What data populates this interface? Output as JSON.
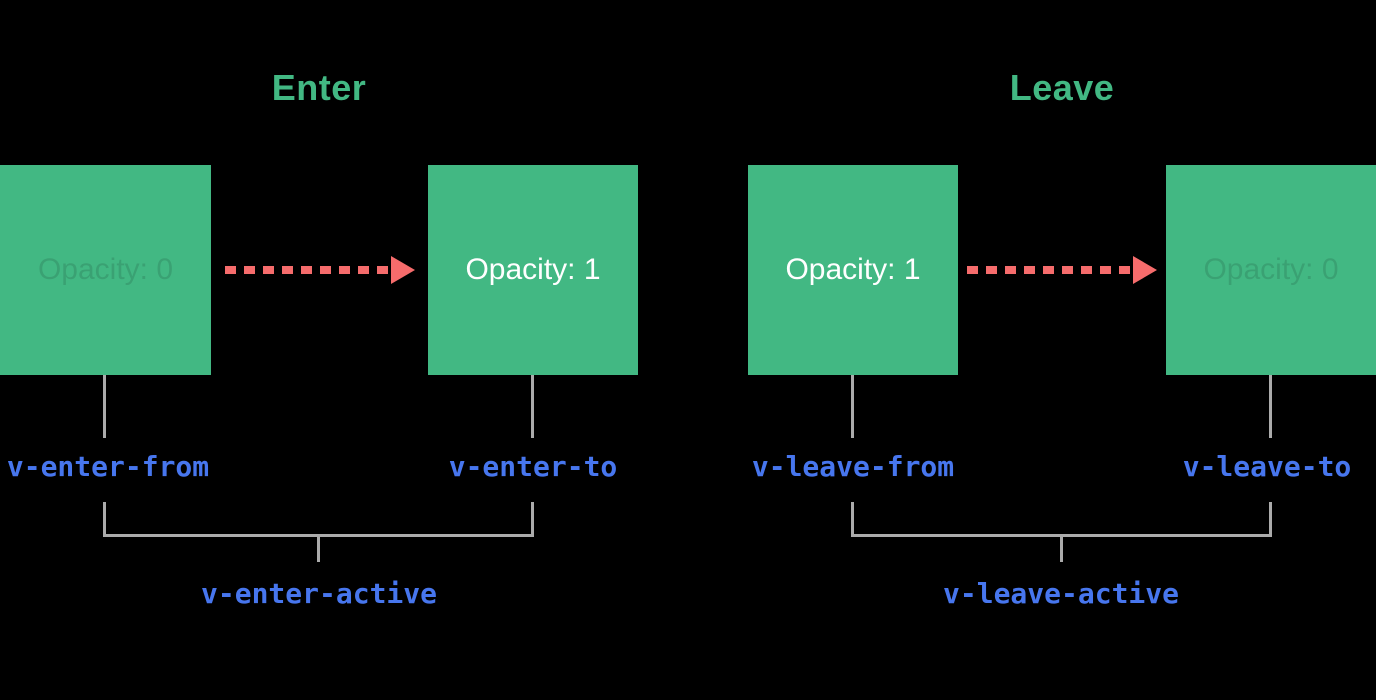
{
  "colors": {
    "background": "#000000",
    "box_green": "#42b883",
    "heading_green": "#42b883",
    "label_blue": "#4776ee",
    "arrow_red": "#f66c6c",
    "line_gray": "#ababab",
    "opacity_one_text": "#ffffff",
    "opacity_zero_text": "rgba(0,0,0,0.12)"
  },
  "enter": {
    "title": "Enter",
    "from_box": {
      "label": "Opacity: 0"
    },
    "to_box": {
      "label": "Opacity: 1"
    },
    "from_class": "v-enter-from",
    "to_class": "v-enter-to",
    "active_class": "v-enter-active"
  },
  "leave": {
    "title": "Leave",
    "from_box": {
      "label": "Opacity: 1"
    },
    "to_box": {
      "label": "Opacity: 0"
    },
    "from_class": "v-leave-from",
    "to_class": "v-leave-to",
    "active_class": "v-leave-active"
  }
}
